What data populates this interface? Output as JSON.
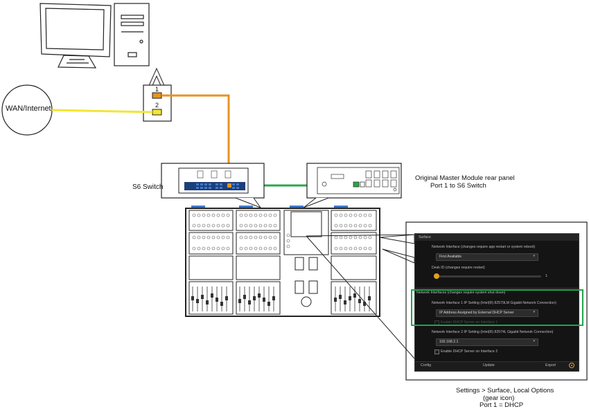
{
  "diagram": {
    "wan_label": "WAN/Internet",
    "port1_label": "1",
    "port2_label": "2",
    "switch_label": "S6 Switch",
    "rear_panel_label_line1": "Original Master Module rear panel",
    "rear_panel_label_line2": "Port 1 to S6 Switch",
    "caption_line1": "Settings > Surface, Local Options",
    "caption_line2": "(gear icon)",
    "caption_line3": "Port 1 = DHCP",
    "colors": {
      "orange_cable": "#e8931e",
      "yellow_cable": "#f3e534",
      "green_cable": "#2aa84a",
      "highlight": "#1fa64a",
      "switch_port_blue": "#3f78c8"
    }
  },
  "settings_panel": {
    "section_title": "Surface",
    "network_interface_label": "Network Interface  (changes require app restart or system reboot)",
    "network_interface_value": "First Available",
    "desk_id_label": "Desk ID  (changes require restart)",
    "desk_id_value": "1",
    "network_interfaces_label": "Network Interfaces  (changes require system shut down)",
    "nic1_label": "Network Interface 1 IP Setting (Intel(R) 82579LM Gigabit Network Connection)",
    "nic1_value": "IP Address Assigned by External DHCP Server",
    "nic1_dhcp_checkbox": "Enable DHCP Server on Interface 1",
    "nic2_label": "Network Interface 2 IP Setting (Intel(R) 82574L Gigabit Network Connection)",
    "nic2_value": "192.168.2.1",
    "nic2_dhcp_checkbox": "Enable DHCP Server on Interface 2",
    "footer_config": "Config",
    "footer_update": "Update",
    "footer_export": "Export",
    "gear_icon": "gear-icon"
  }
}
